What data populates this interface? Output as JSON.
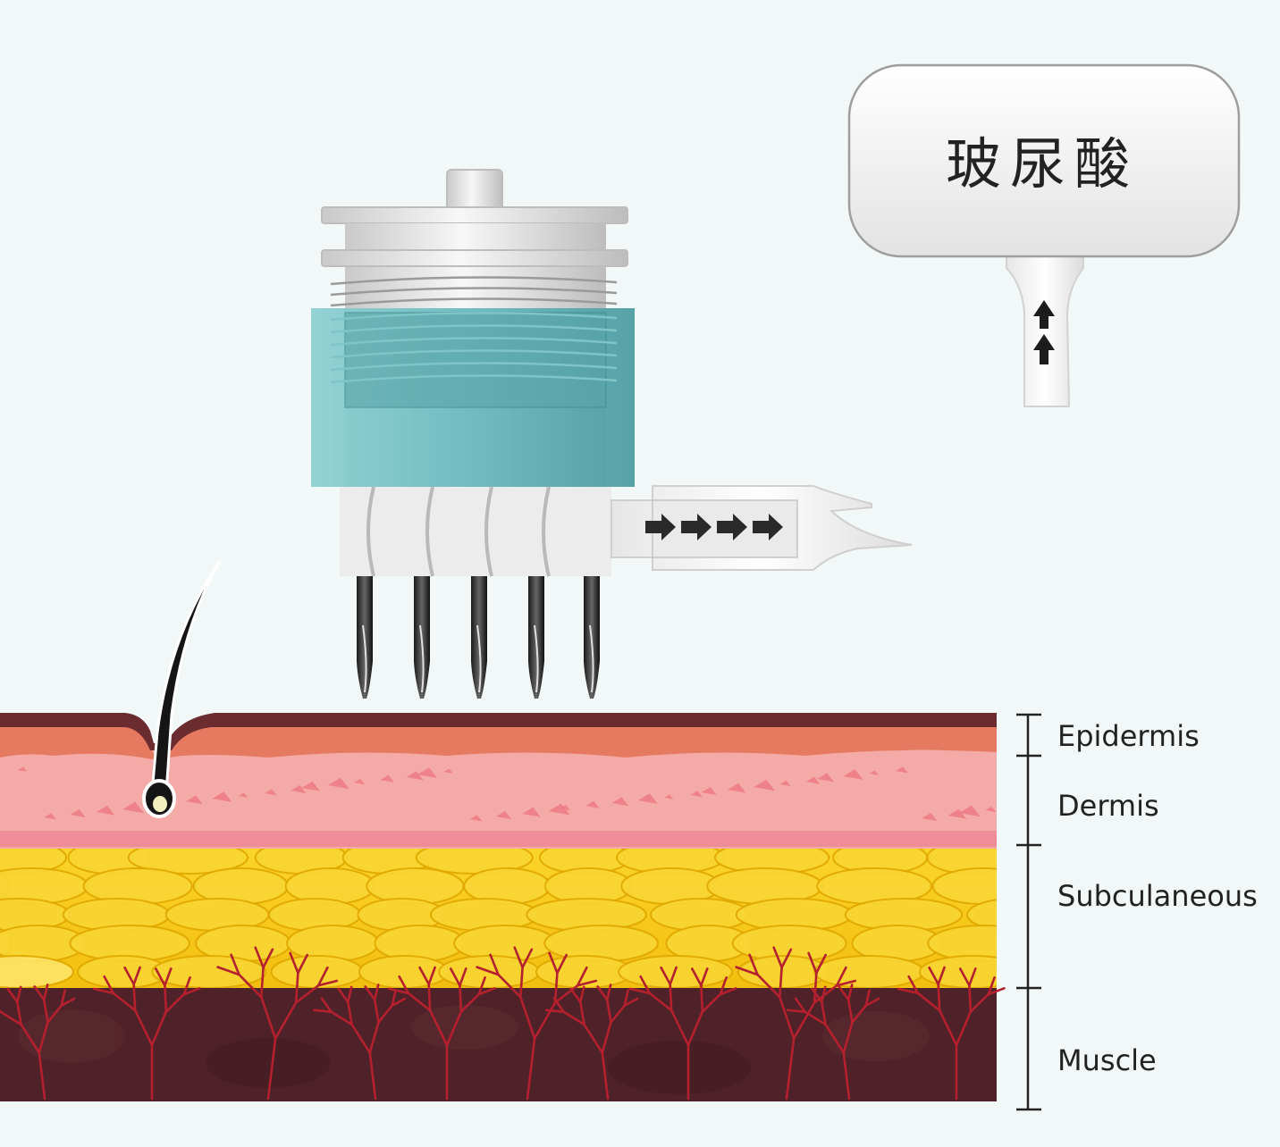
{
  "reservoir": {
    "label": "玻尿酸"
  },
  "layers": [
    {
      "label": "Epidermis"
    },
    {
      "label": "Dermis"
    },
    {
      "label": "Subculaneous"
    },
    {
      "label": "Muscle"
    }
  ],
  "colors": {
    "background": "#f2f7f8",
    "epidermis_dark": "#6b2c2f",
    "epidermis": "#e57a60",
    "dermis": "#f4aaa6",
    "dermis_spot": "#ec7a85",
    "fat": "#f7cc1a",
    "fat_light": "#ffe466",
    "muscle": "#4e2228",
    "vessel": "#b4202e",
    "teal_sleeve": "#6fbec2",
    "device_grey": "#d8d8d8",
    "arrow": "#2a2a2a",
    "label_text": "#222222"
  },
  "icons": {
    "flow_arrow": "right-arrow-icon",
    "up_arrow": "up-arrow-icon"
  }
}
